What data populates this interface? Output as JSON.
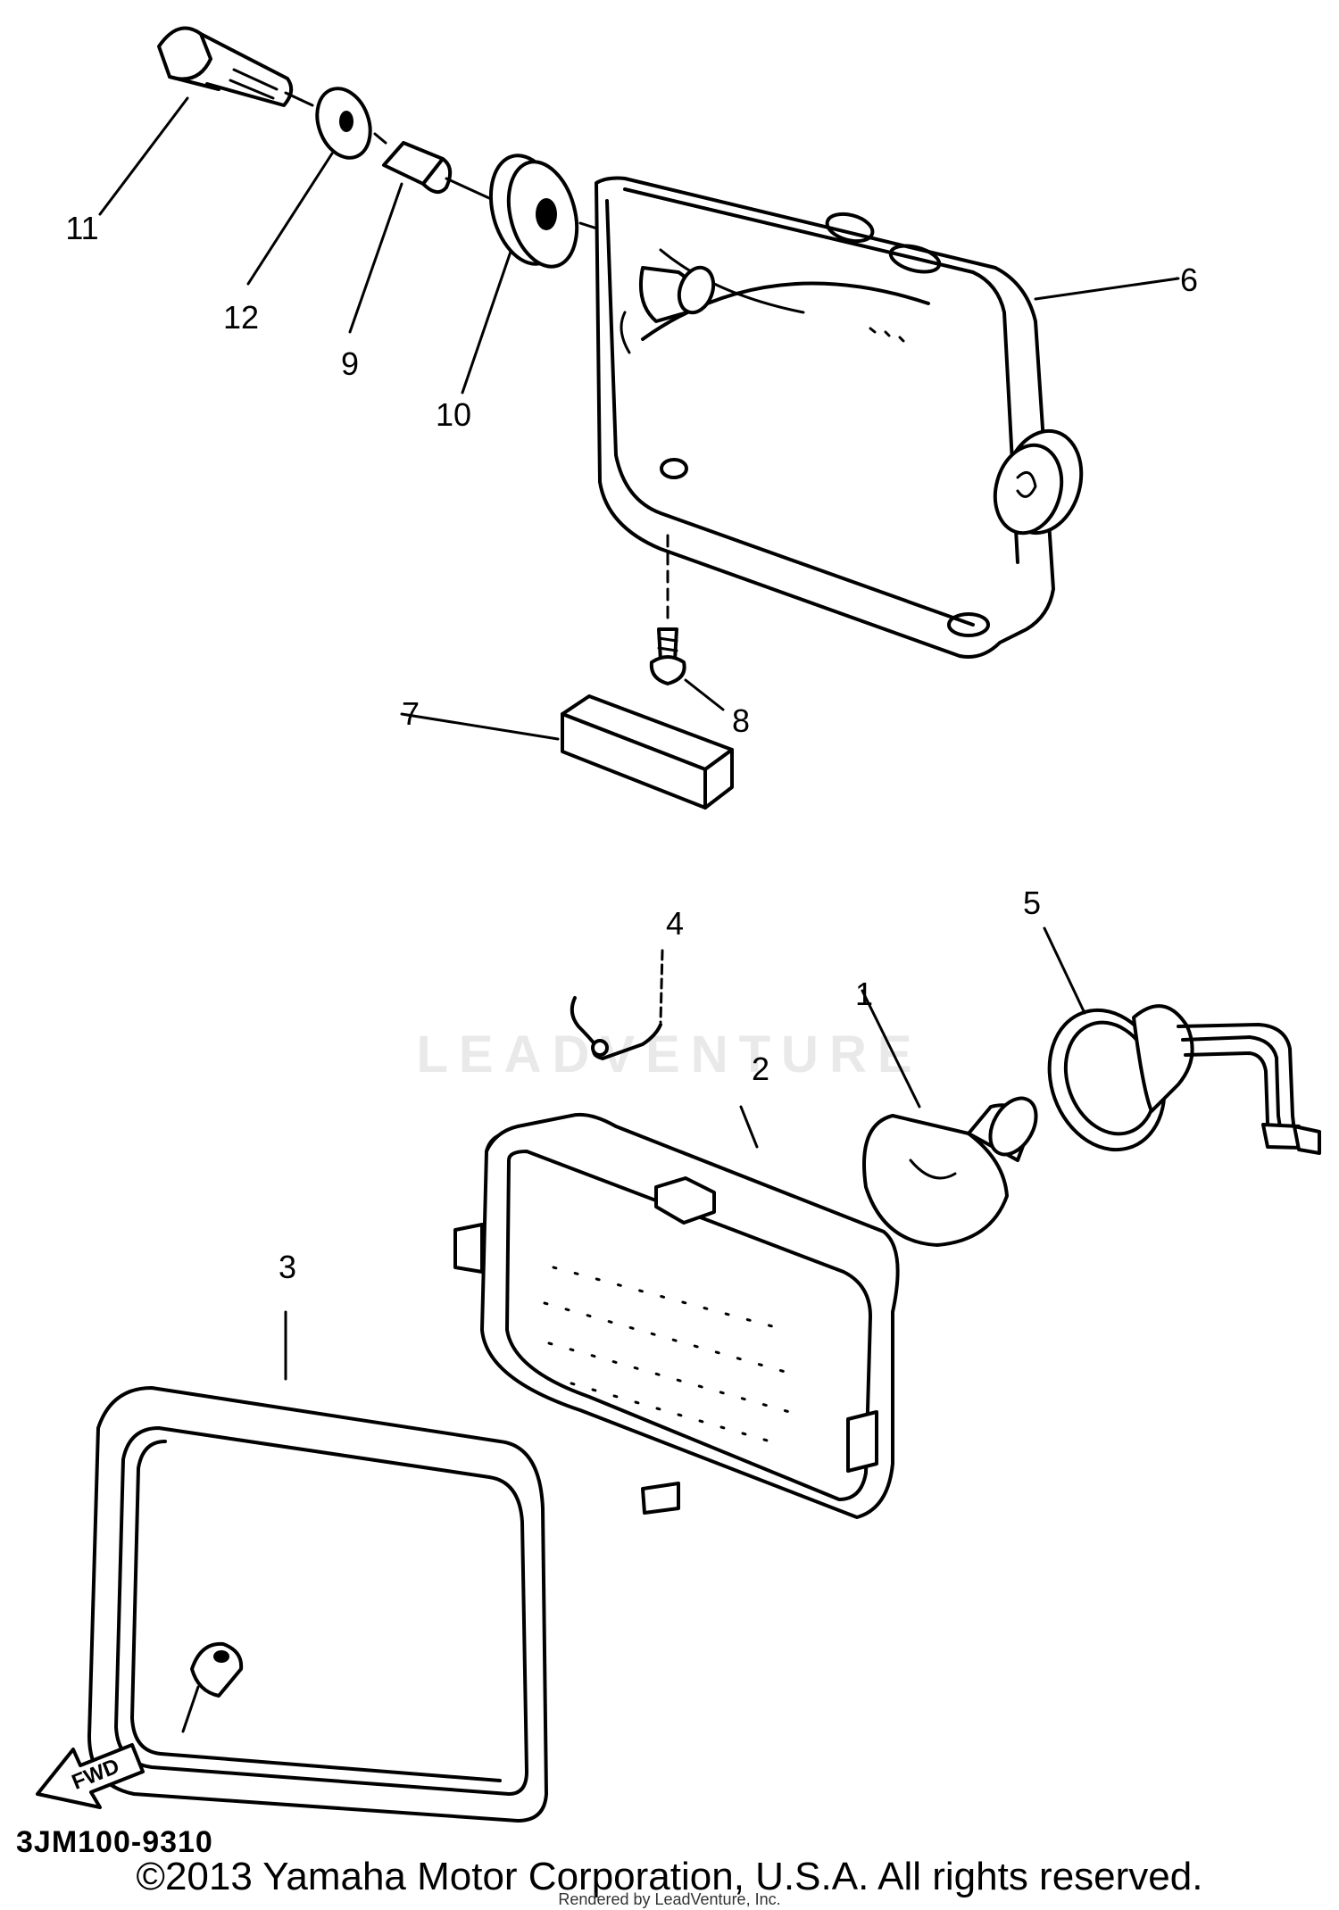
{
  "diagram": {
    "code": "3JM100-9310",
    "watermark": "LEADVENTURE",
    "copyright": "©2013 Yamaha Motor Corporation, U.S.A. All rights reserved.",
    "credit": "Rendered by LeadVenture, Inc.",
    "arrow_label": "FWD"
  },
  "callouts": {
    "p1": "1",
    "p2": "2",
    "p3": "3",
    "p4": "4",
    "p5": "5",
    "p6": "6",
    "p7": "7",
    "p8": "8",
    "p9": "9",
    "p10": "10",
    "p11": "11",
    "p12": "12"
  }
}
